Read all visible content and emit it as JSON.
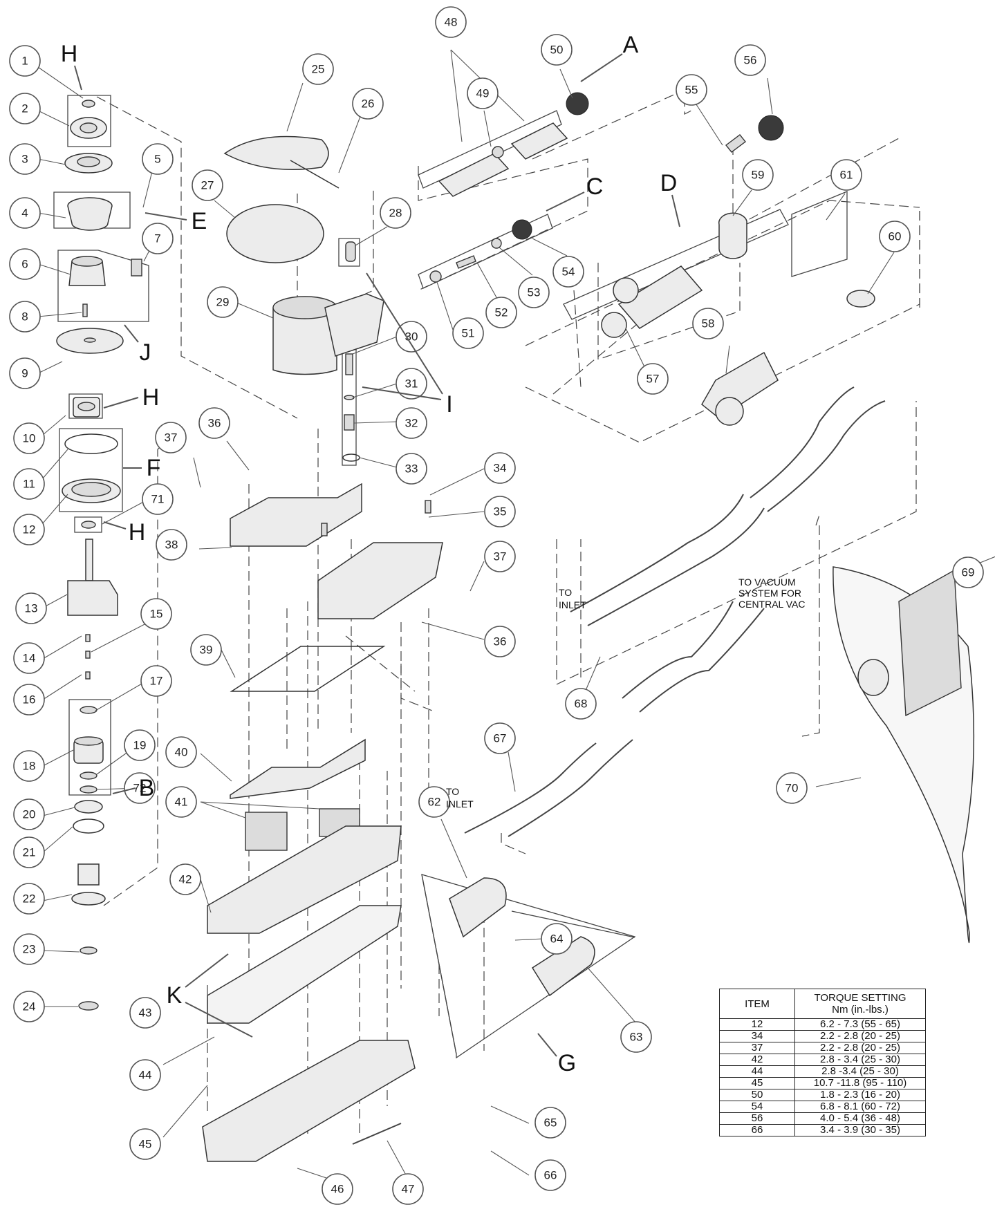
{
  "diagram": {
    "callouts": [
      "1",
      "2",
      "3",
      "4",
      "5",
      "6",
      "7",
      "8",
      "9",
      "10",
      "11",
      "12",
      "13",
      "14",
      "15",
      "16",
      "17",
      "18",
      "19",
      "20",
      "21",
      "22",
      "23",
      "24",
      "25",
      "26",
      "27",
      "28",
      "29",
      "30",
      "31",
      "32",
      "33",
      "34",
      "35",
      "36",
      "37",
      "38",
      "39",
      "40",
      "41",
      "42",
      "43",
      "44",
      "45",
      "46",
      "47",
      "48",
      "49",
      "50",
      "51",
      "52",
      "53",
      "54",
      "55",
      "56",
      "57",
      "58",
      "59",
      "60",
      "61",
      "62",
      "63",
      "64",
      "65",
      "66",
      "67",
      "68",
      "69",
      "70",
      "71",
      "72",
      "36",
      "37"
    ],
    "group_letters": [
      "A",
      "B",
      "C",
      "D",
      "E",
      "F",
      "G",
      "H",
      "H",
      "H",
      "I",
      "J",
      "K"
    ],
    "notes": {
      "to_inlet_1": [
        "TO",
        "INLET"
      ],
      "to_vacuum": [
        "TO VACUUM",
        "SYSTEM FOR",
        "CENTRAL VAC"
      ],
      "to_inlet_2": [
        "TO",
        "INLET"
      ]
    }
  },
  "torque_table": {
    "header": {
      "item": "ITEM",
      "setting_line1": "TORQUE SETTING",
      "setting_line2": "Nm (in.-lbs.)"
    },
    "rows": [
      {
        "item": "12",
        "setting": "6.2 - 7.3 (55 - 65)"
      },
      {
        "item": "34",
        "setting": "2.2 - 2.8 (20 - 25)"
      },
      {
        "item": "37",
        "setting": "2.2 - 2.8 (20 - 25)"
      },
      {
        "item": "42",
        "setting": "2.8 - 3.4 (25 - 30)"
      },
      {
        "item": "44",
        "setting": "2.8 -3.4 (25 - 30)"
      },
      {
        "item": "45",
        "setting": "10.7 -11.8 (95 - 110)"
      },
      {
        "item": "50",
        "setting": "1.8 - 2.3 (16 - 20)"
      },
      {
        "item": "54",
        "setting": "6.8 - 8.1 (60 - 72)"
      },
      {
        "item": "56",
        "setting": "4.0 - 5.4 (36 - 48)"
      },
      {
        "item": "66",
        "setting": "3.4 - 3.9 (30 - 35)"
      }
    ]
  }
}
